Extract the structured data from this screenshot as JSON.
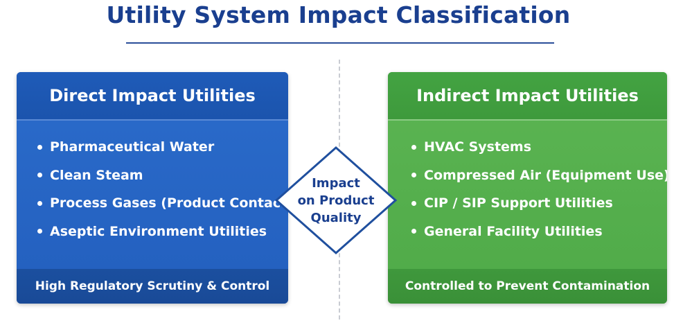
{
  "title": "Utility System Impact Classification",
  "center": {
    "lines": [
      "Impact",
      "on Product",
      "Quality"
    ]
  },
  "direct": {
    "header": "Direct Impact Utilities",
    "items": [
      "Pharmaceutical Water",
      "Clean Steam",
      "Process Gases (Product  Contact)",
      "Aseptic Environment Utilities"
    ],
    "footer": "High Regulatory Scrutiny & Control"
  },
  "indirect": {
    "header": "Indirect Impact Utilities",
    "items": [
      "HVAC Systems",
      "Compressed Air (Equipment Use)",
      "CIP / SIP Support Utilities",
      "General Facility Utilities"
    ],
    "footer": "Controlled to Prevent Contamination"
  },
  "colors": {
    "title": "#1a3f8f",
    "direct_fill": "#2b6ccb",
    "indirect_fill": "#5cb553",
    "diamond_stroke": "#1f4f9e"
  }
}
